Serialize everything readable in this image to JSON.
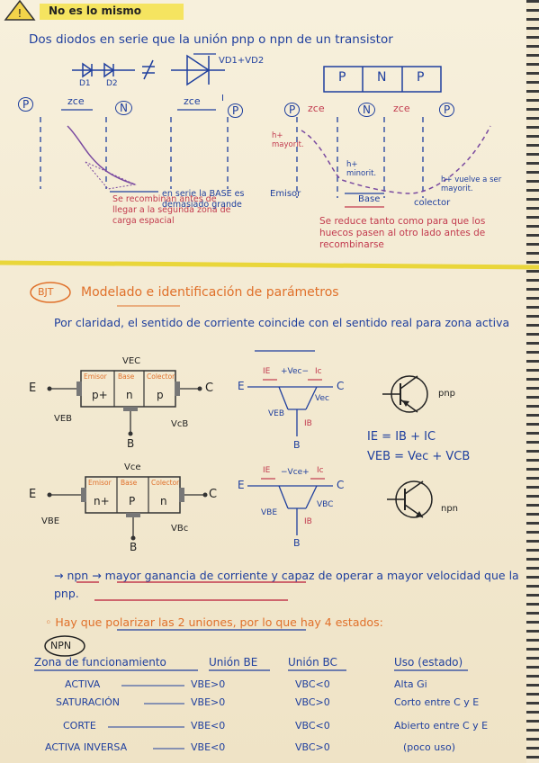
{
  "header": {
    "warning_title": "No es lo mismo"
  },
  "intro": {
    "text": "Dos diodos en serie que la unión pnp o npn de un transistor"
  },
  "diodes": {
    "d1": "D1",
    "d2": "D2",
    "sum_label": "VD1+VD2"
  },
  "pnp_box": [
    "P",
    "N",
    "P"
  ],
  "junction_left": {
    "p": "P",
    "n": "N",
    "p2": "P",
    "zce": "zce",
    "zce2": "zce",
    "i": "I",
    "note1": "Se recombinan antes de llegar a la segunda zona de carga espacial",
    "note2": "en serie la BASE es demasiado grande"
  },
  "junction_right": {
    "p": "P",
    "n": "N",
    "p2": "P",
    "zce1": "zce",
    "zce2": "zce",
    "h_mayorit": "h+ mayorit.",
    "h_minorit": "h+ minorit.",
    "h_vuelve": "h+ vuelve a ser mayorit.",
    "emisor": "Emisor",
    "base": "Base",
    "colector": "colector",
    "note": "Se reduce tanto como para que los huecos pasen al otro lado antes de recombinarse"
  },
  "bjt": {
    "tag": "BJT",
    "title": "Modelado e identificación de parámetros",
    "note": "Por claridad, el sentido de corriente coincide con el sentido real para zona activa"
  },
  "pnp_diagram": {
    "vec": "VEC",
    "e": "E",
    "c": "C",
    "b": "B",
    "emisor": "Emisor",
    "base": "Base",
    "colector": "Colector",
    "p1": "p+",
    "n": "n",
    "p2": "p",
    "veb": "VEB",
    "vcb": "VcB",
    "plus": "+",
    "minus": "−"
  },
  "pnp_currents": {
    "e": "E",
    "c": "C",
    "b": "B",
    "ie": "IE",
    "vec": "+Vec−",
    "ic": "Ic",
    "veb": "VEB",
    "ib": "IB",
    "vec2": "Vec",
    "type": "pnp"
  },
  "equations": {
    "eq1": "IE = IB + IC",
    "eq2": "VEB = Vec + VCB"
  },
  "npn_diagram": {
    "vce": "Vce",
    "e": "E",
    "c": "C",
    "b": "B",
    "emisor": "Emisor",
    "base": "Base",
    "colector": "Colector",
    "n1": "n+",
    "p": "P",
    "n2": "n",
    "vbe": "VBE",
    "vbc": "VBc"
  },
  "npn_currents": {
    "e": "E",
    "c": "C",
    "b": "B",
    "ie": "IE",
    "vce": "−Vce+",
    "ic": "Ic",
    "vbe": "VBE",
    "ib": "IB",
    "vbc": "VBC",
    "type": "npn"
  },
  "conclusion": "→ npn → mayor ganancia de corriente y capaz de operar a mayor velocidad que la pnp.",
  "polarizar": "◦ Hay que polarizar las 2 uniones, por lo que hay 4 estados:",
  "npn_tag": "NPN",
  "table": {
    "headers": [
      "Zona de funcionamiento",
      "Unión BE",
      "Unión BC",
      "Uso (estado)"
    ],
    "rows": [
      [
        "ACTIVA",
        "VBE>0",
        "VBC<0",
        "Alta Gi"
      ],
      [
        "SATURACIÓN",
        "VBE>0",
        "VBC>0",
        "Corto entre C y E"
      ],
      [
        "CORTE",
        "VBE<0",
        "VBC<0",
        "Abierto entre C y E"
      ],
      [
        "ACTIVA INVERSA",
        "VBE<0",
        "VBC>0",
        "(poco uso)"
      ]
    ]
  }
}
